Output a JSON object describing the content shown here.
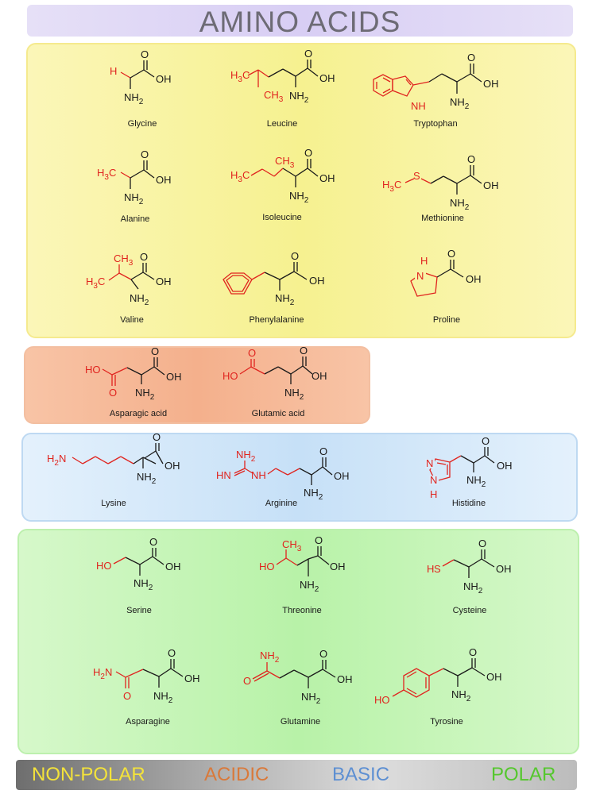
{
  "title": "AMINO ACIDS",
  "atoms": {
    "oh": "OH",
    "o": "O",
    "nh2": "NH",
    "sub2": "2",
    "h": "H",
    "ch3": "CH",
    "sub3": "3",
    "h3c": "H",
    "c": "C",
    "nh": "NH",
    "n": "N",
    "s": "S",
    "ho": "HO",
    "hn": "HN"
  },
  "amino_acids": {
    "glycine": "Glycine",
    "leucine": "Leucine",
    "tryptophan": "Tryptophan",
    "alanine": "Alanine",
    "isoleucine": "Isoleucine",
    "methionine": "Methionine",
    "valine": "Valine",
    "phenylalanine": "Phenylalanine",
    "proline": "Proline",
    "aspartic": "Asparagic acid",
    "glutamic": "Glutamic acid",
    "lysine": "Lysine",
    "arginine": "Arginine",
    "histidine": "Histidine",
    "serine": "Serine",
    "threonine": "Threonine",
    "cysteine": "Cysteine",
    "asparagine": "Asparagine",
    "glutamine": "Glutamine",
    "tyrosine": "Tyrosine"
  },
  "legend": {
    "nonpolar": "NON-POLAR",
    "acidic": "ACIDIC",
    "basic": "BASIC",
    "polar": "POLAR",
    "colors": {
      "nonpolar": "#f4e33a",
      "acidic": "#d9793a",
      "basic": "#5d8fd2",
      "polar": "#55c72e"
    }
  },
  "colors": {
    "side_chain": "#e0241f",
    "backbone": "#1a1a1a",
    "nonpolar_bg": "#f6f190",
    "acidic_bg": "#f4b08c",
    "basic_bg": "#c6e0f7",
    "polar_bg": "#b8f2a8"
  }
}
